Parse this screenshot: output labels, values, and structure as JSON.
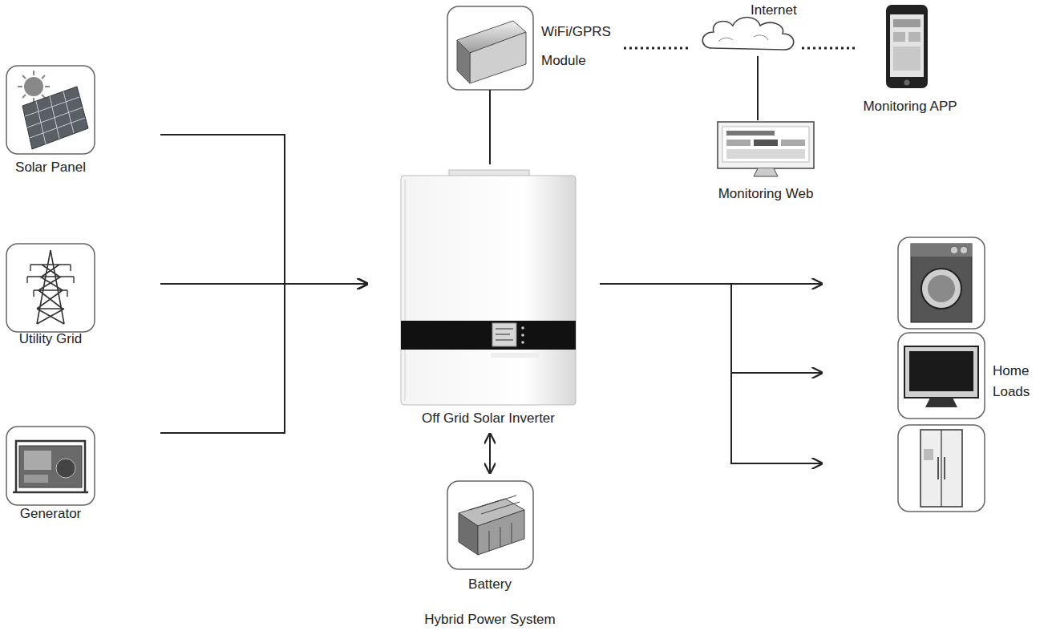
{
  "diagram": {
    "caption": "Hybrid Power System",
    "nodes": [
      {
        "text": [
          "Solar Panel"
        ]
      },
      {
        "text": [
          "WiFi/GPRS Module"
        ]
      },
      {
        "text": [
          "Internet"
        ]
      },
      {
        "text": [
          "Monitoring APP"
        ]
      },
      {
        "text": [
          "Monitoring Web"
        ]
      },
      {
        "text": [
          "Utility Grid"
        ]
      },
      {
        "text": [
          "Off Grid Solar Inverter"
        ]
      },
      {
        "text": [
          "Home Loads"
        ]
      },
      {
        "text": [
          "Generator"
        ]
      },
      {
        "text": [
          "Battery"
        ]
      }
    ],
    "edges": [
      {
        "from": 0,
        "to": 6,
        "arrow": "to"
      },
      {
        "from": 5,
        "to": 6,
        "arrow": "to"
      },
      {
        "from": 8,
        "to": 6,
        "arrow": "to"
      },
      {
        "from": 1,
        "to": 6,
        "arrow": "none"
      },
      {
        "from": 1,
        "to": 2,
        "arrow": "none"
      },
      {
        "from": 2,
        "to": 3,
        "arrow": "none"
      },
      {
        "from": 2,
        "to": 4,
        "arrow": "none"
      },
      {
        "from": 6,
        "to": 7,
        "arrow": "to"
      },
      {
        "from": 6,
        "to": 9,
        "arrow": "both"
      }
    ]
  }
}
